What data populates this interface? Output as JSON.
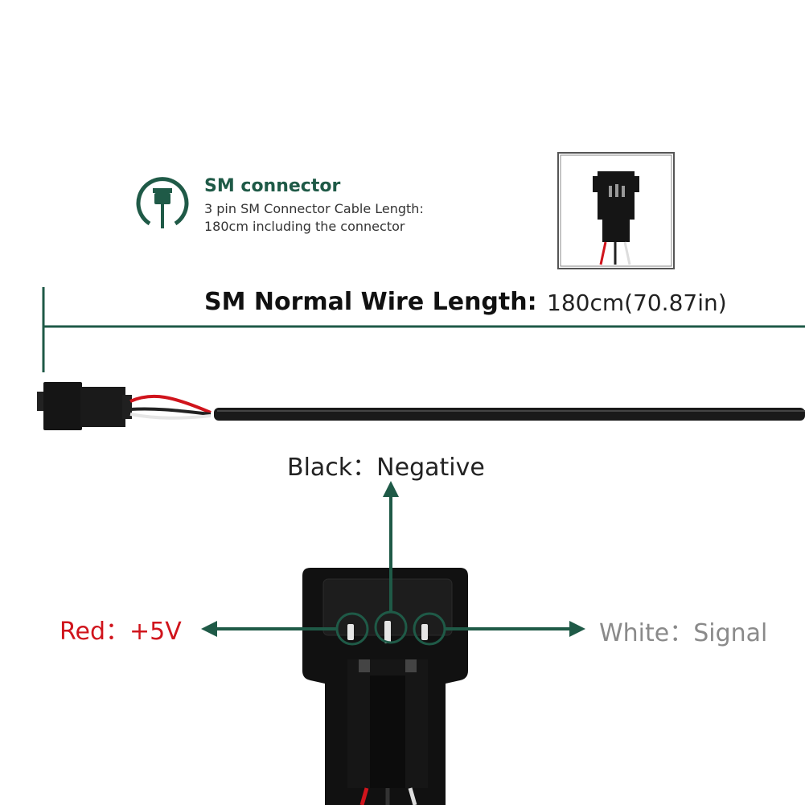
{
  "connector_info": {
    "icon": "connector-plug-icon",
    "title": "SM connector",
    "description_line1": "3 pin SM Connector Cable Length:",
    "description_line2": "180cm including the connector"
  },
  "wire_length": {
    "label": "SM Normal Wire Length:",
    "value": "180cm(70.87in)"
  },
  "pins": {
    "black": "Black：Negative",
    "red": "Red：+5V",
    "white": "White：Signal"
  },
  "colors": {
    "accent": "#1f5a47",
    "red": "#d0141c",
    "white_label": "#8a8a8a",
    "wire": "#1a1a1a"
  }
}
